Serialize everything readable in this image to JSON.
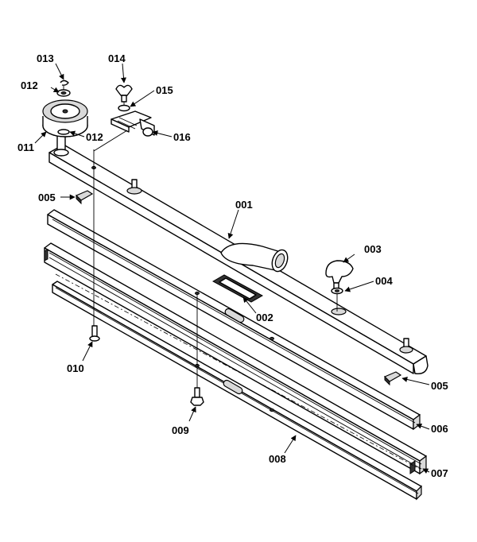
{
  "labels": {
    "p001": "001",
    "p002": "002",
    "p003": "003",
    "p004": "004",
    "p005a": "005",
    "p005b": "005",
    "p006": "006",
    "p007": "007",
    "p008": "008",
    "p009": "009",
    "p010": "010",
    "p011": "011",
    "p012a": "012",
    "p012b": "012",
    "p013": "013",
    "p014": "014",
    "p015": "015",
    "p016": "016"
  }
}
